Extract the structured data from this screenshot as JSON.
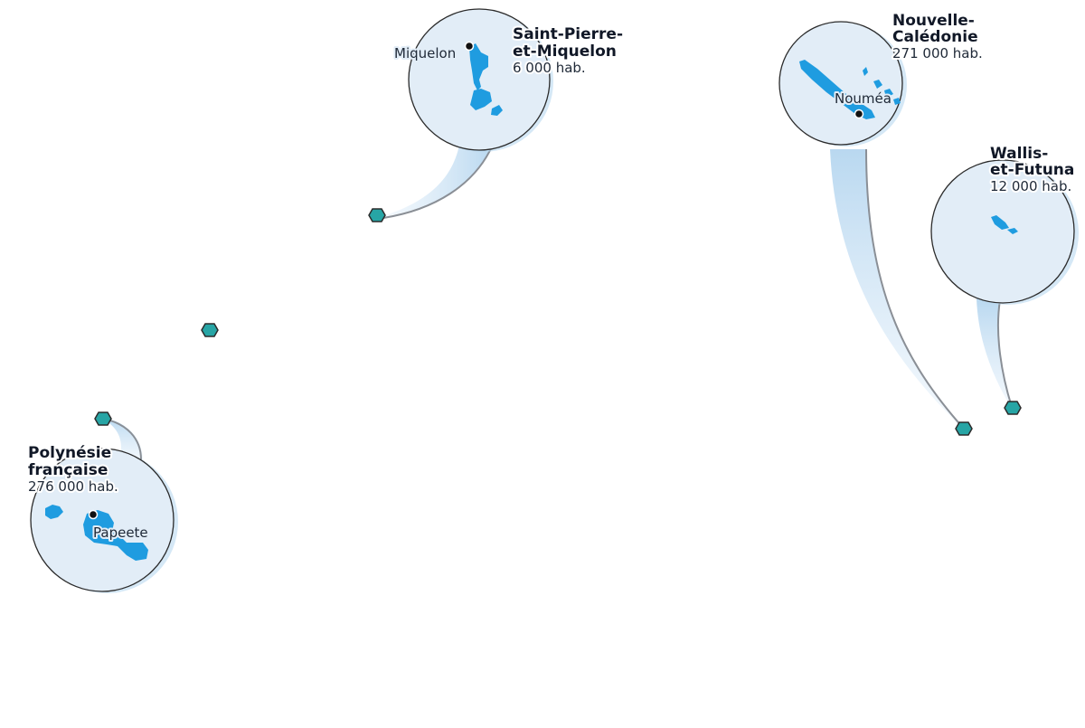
{
  "colors": {
    "inset_fill": "#e2edf7",
    "inset_stroke": "#2b2b2b",
    "land": "#1f9ce0",
    "marker": "#27a5a5",
    "leader": "#c6dff2"
  },
  "territories": {
    "spm": {
      "name_line1": "Saint-Pierre-",
      "name_line2": "et-Miquelon",
      "population": "6 000 hab.",
      "city": "Miquelon"
    },
    "nc": {
      "name_line1": "Nouvelle-",
      "name_line2": "Calédonie",
      "population": "271 000 hab.",
      "city": "Nouméa"
    },
    "wf": {
      "name_line1": "Wallis-",
      "name_line2": "et-Futuna",
      "population": "12 000 hab."
    },
    "pf": {
      "name_line1": "Polynésie",
      "name_line2": "française",
      "population": "276 000 hab.",
      "city": "Papeete"
    }
  }
}
